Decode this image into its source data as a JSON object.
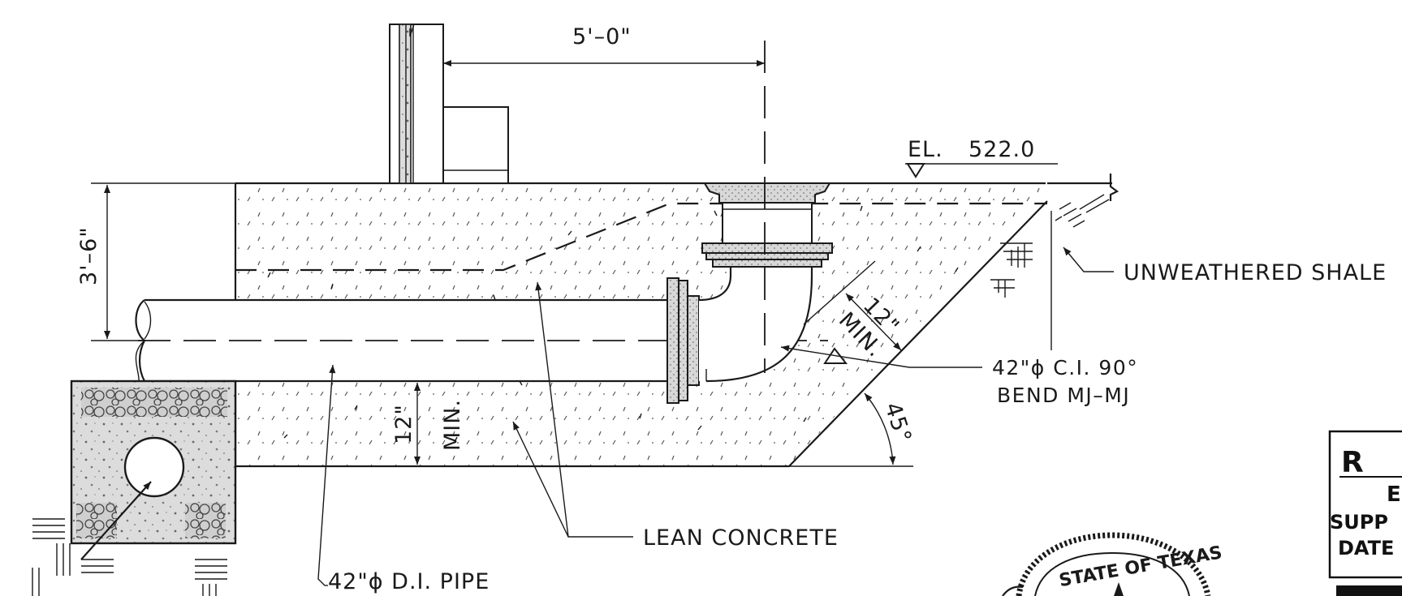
{
  "dimensions": {
    "top_width": "5'–0\"",
    "depth": "3'–6\"",
    "bottom_cover_value": "12\"",
    "bottom_cover_min": "MIN.",
    "side_cover_value": "12\"",
    "side_cover_min": "MIN.",
    "slope_angle": "45°"
  },
  "elevation": {
    "prefix": "EL.",
    "value": "522.0"
  },
  "callouts": {
    "shale": "UNWEATHERED SHALE",
    "bend_line1": "42\"ϕ C.I. 90°",
    "bend_line2": "BEND MJ–MJ",
    "concrete": "LEAN CONCRETE",
    "pipe": "42\"ϕ D.I. PIPE"
  },
  "title_block": {
    "letter": "R",
    "line2": "E",
    "line3": "SUPP",
    "line4": "DATE"
  },
  "seal": {
    "text": "STATE OF TEXAS"
  }
}
